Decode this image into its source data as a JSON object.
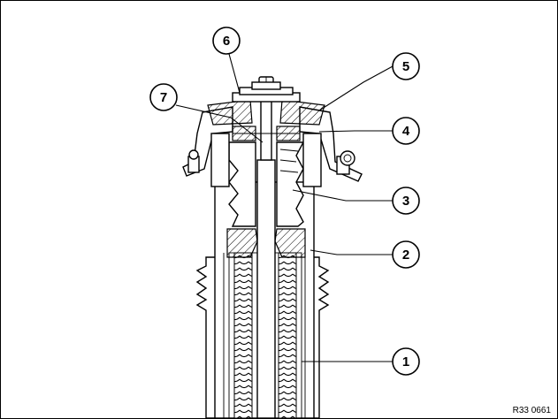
{
  "figure": {
    "reference_code": "R33 0661",
    "callouts": [
      {
        "id": "callout-1",
        "label": "1"
      },
      {
        "id": "callout-2",
        "label": "2"
      },
      {
        "id": "callout-3",
        "label": "3"
      },
      {
        "id": "callout-4",
        "label": "4"
      },
      {
        "id": "callout-5",
        "label": "5"
      },
      {
        "id": "callout-6",
        "label": "6"
      },
      {
        "id": "callout-7",
        "label": "7"
      }
    ]
  },
  "colors": {
    "line": "#000000",
    "background": "#ffffff"
  }
}
